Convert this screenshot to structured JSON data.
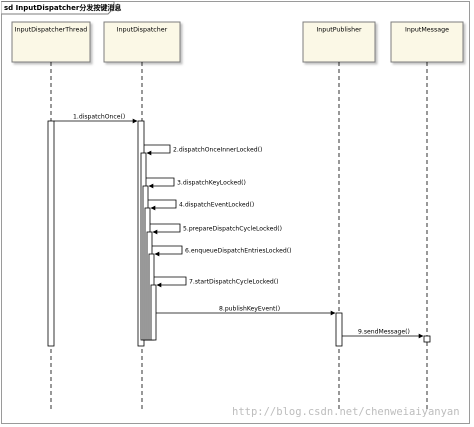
{
  "frame": {
    "title": "sd InputDispatcher分发按键消息"
  },
  "lifelines": [
    {
      "id": "thread",
      "name": "InputDispatcherThread"
    },
    {
      "id": "dispatcher",
      "name": "InputDispatcher"
    },
    {
      "id": "publisher",
      "name": "InputPublisher"
    },
    {
      "id": "message",
      "name": "InputMessage"
    }
  ],
  "messages": [
    {
      "label": "1.dispatchOnce()",
      "from": "thread",
      "to": "dispatcher"
    },
    {
      "label": "2.dispatchOnceInnerLocked()",
      "from": "dispatcher",
      "to": "dispatcher"
    },
    {
      "label": "3.dispatchKeyLocked()",
      "from": "dispatcher",
      "to": "dispatcher"
    },
    {
      "label": "4.dispatchEventLocked()",
      "from": "dispatcher",
      "to": "dispatcher"
    },
    {
      "label": "5.prepareDispatchCycleLocked()",
      "from": "dispatcher",
      "to": "dispatcher"
    },
    {
      "label": "6.enqueueDispatchEntriesLocked()",
      "from": "dispatcher",
      "to": "dispatcher"
    },
    {
      "label": "7.startDispatchCycleLocked()",
      "from": "dispatcher",
      "to": "dispatcher"
    },
    {
      "label": "8.publishKeyEvent()",
      "from": "dispatcher",
      "to": "publisher"
    },
    {
      "label": "9.sendMessage()",
      "from": "publisher",
      "to": "message"
    }
  ],
  "watermark": "http://blog.csdn.net/chenweiaiyanyan",
  "colors": {
    "head_fill": "#fbf8e6",
    "head_border": "#7d7d7d",
    "frame_border": "#9a9a9a",
    "line": "#000000",
    "lifeline": "#000000"
  }
}
